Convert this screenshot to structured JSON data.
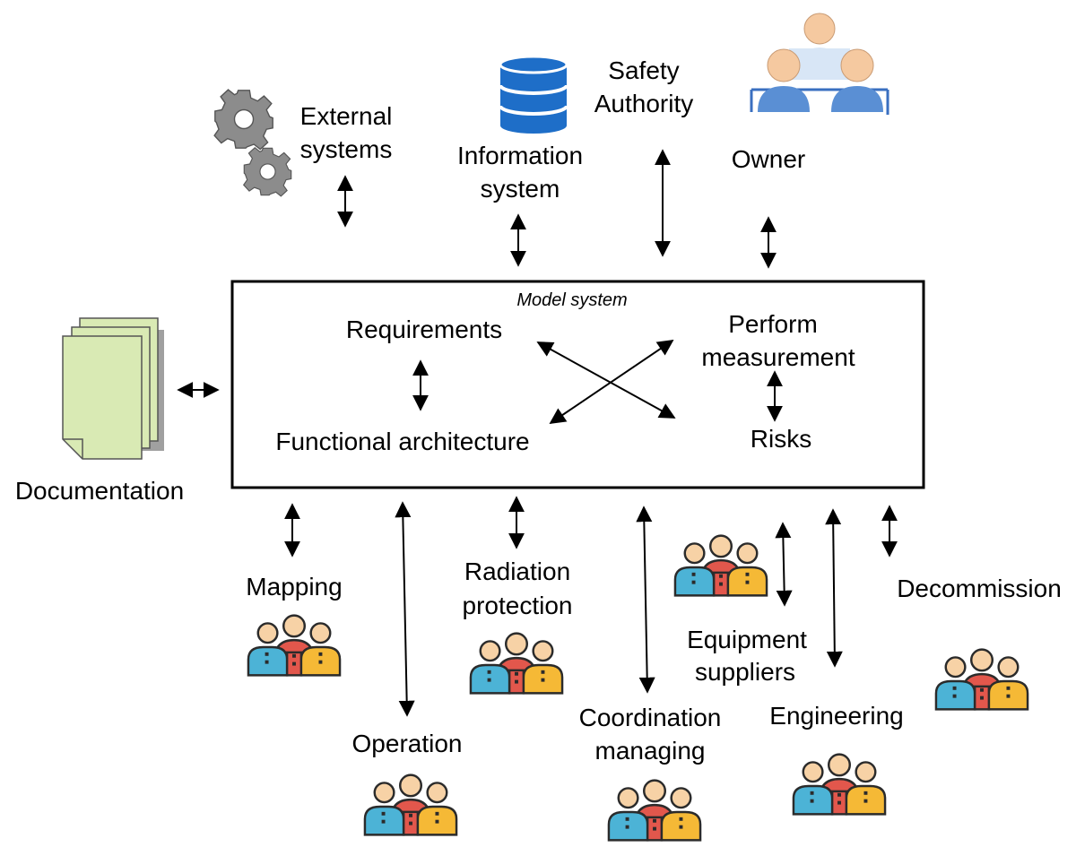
{
  "colors": {
    "ink": "#000000",
    "db_blue": "#1e6ec8",
    "gear": "#8c8c8c",
    "paper": "#d9eab4",
    "owner_skin": "#f5c9a0",
    "owner_body": "#5a8fd4",
    "team_blue": "#4cb3d6",
    "team_red": "#e2574c",
    "team_orange": "#f5b936",
    "team_skin": "#f7d2a6"
  },
  "icons": {
    "external": "gears-icon",
    "information": "database-icon",
    "owner": "group-icon",
    "documentation": "documents-icon",
    "team": "team-icon"
  },
  "model": {
    "title": "Model system",
    "requirements": "Requirements",
    "functional": "Functional architecture",
    "measurement_1": "Perform",
    "measurement_2": "measurement",
    "risks": "Risks"
  },
  "top": {
    "external_1": "External",
    "external_2": "systems",
    "information_1": "Information",
    "information_2": "system",
    "safety_1": "Safety",
    "safety_2": "Authority",
    "owner": "Owner"
  },
  "left": {
    "documentation": "Documentation"
  },
  "bottom": {
    "mapping": "Mapping",
    "operation": "Operation",
    "radiation_1": "Radiation",
    "radiation_2": "protection",
    "coordination_1": "Coordination",
    "coordination_2": "managing",
    "equipment_1": "Equipment",
    "equipment_2": "suppliers",
    "engineering": "Engineering",
    "decommission": "Decommission"
  }
}
